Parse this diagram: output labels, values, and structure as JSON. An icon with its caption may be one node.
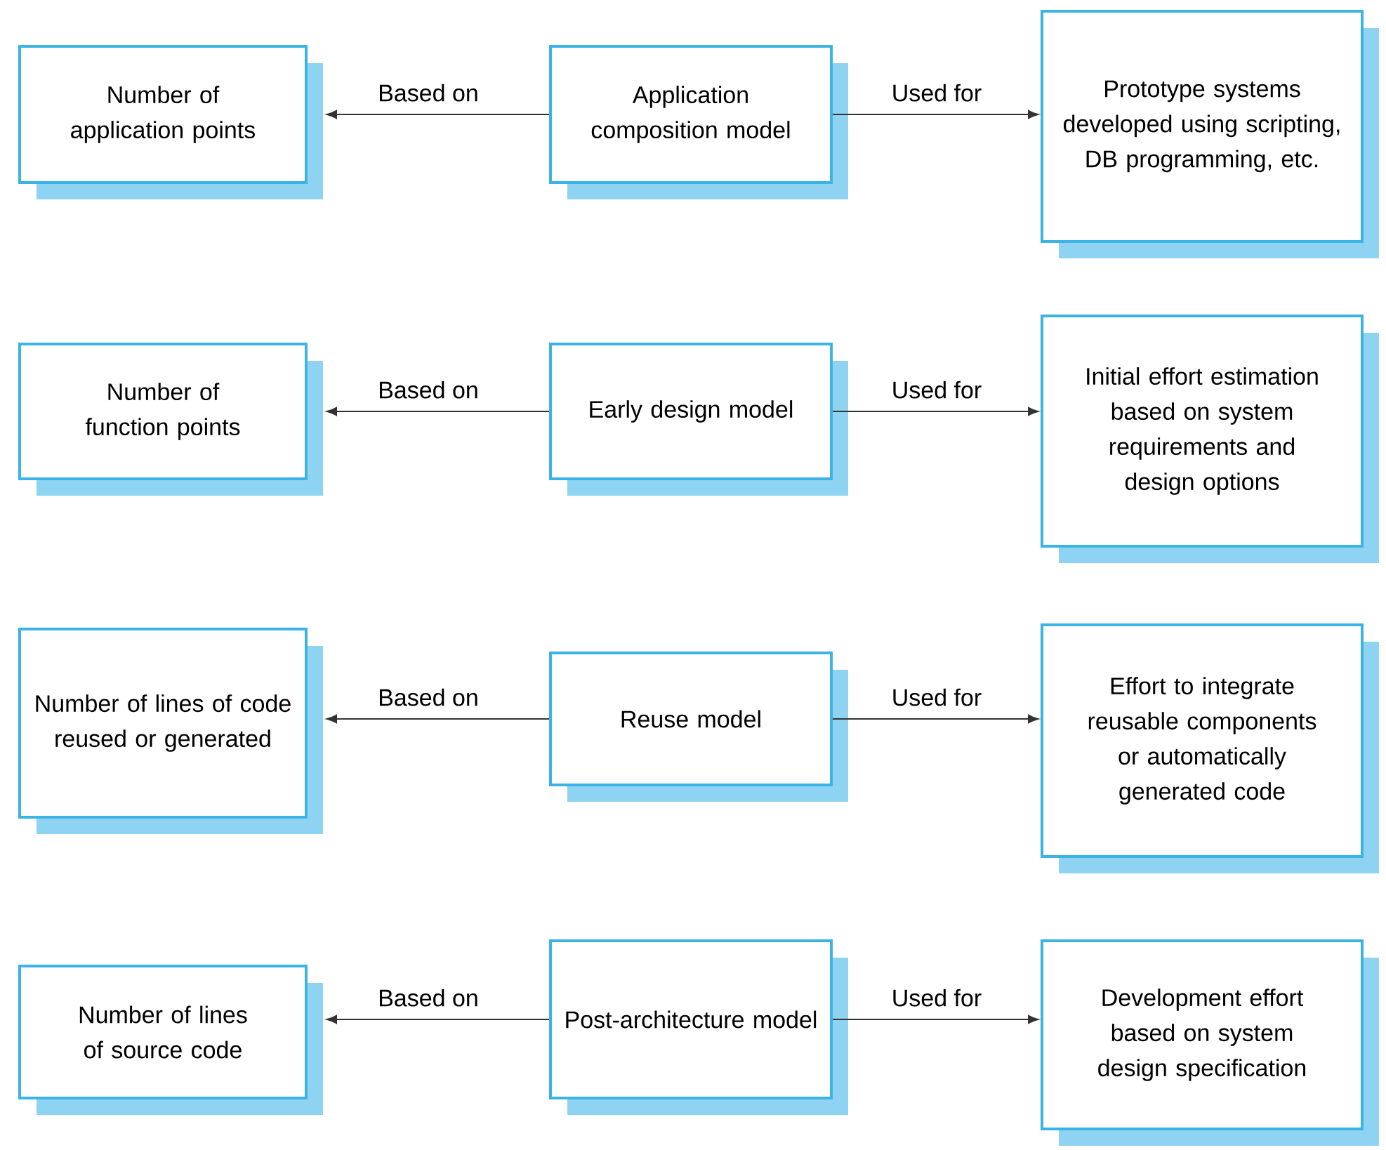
{
  "diagram": {
    "nodes": [
      {
        "text": [
          "Number of application points"
        ]
      },
      {
        "text": [
          "Application composition model"
        ]
      },
      {
        "text": [
          "Prototype systems developed using scripting, DB programming, etc."
        ]
      },
      {
        "text": [
          "Number of function points"
        ]
      },
      {
        "text": [
          "Early design model"
        ]
      },
      {
        "text": [
          "Initial effort estimation based on system requirements and design options"
        ]
      },
      {
        "text": [
          "Number of lines of code reused or generated"
        ]
      },
      {
        "text": [
          "Reuse model"
        ]
      },
      {
        "text": [
          "Effort to integrate reusable components or automatically generated code"
        ]
      },
      {
        "text": [
          "Number of lines of source code"
        ]
      },
      {
        "text": [
          "Post-architecture model"
        ]
      },
      {
        "text": [
          "Development effort based on system design specification"
        ]
      }
    ],
    "edges": [
      {
        "from": 1,
        "to": 0,
        "arrow": "to",
        "label": "Based on"
      },
      {
        "from": 1,
        "to": 2,
        "arrow": "to",
        "label": "Used for"
      },
      {
        "from": 4,
        "to": 3,
        "arrow": "to",
        "label": "Based on"
      },
      {
        "from": 4,
        "to": 5,
        "arrow": "to",
        "label": "Used for"
      },
      {
        "from": 7,
        "to": 6,
        "arrow": "to",
        "label": "Based on"
      },
      {
        "from": 7,
        "to": 8,
        "arrow": "to",
        "label": "Used for"
      },
      {
        "from": 10,
        "to": 9,
        "arrow": "to",
        "label": "Based on"
      },
      {
        "from": 10,
        "to": 11,
        "arrow": "to",
        "label": "Used for"
      }
    ]
  }
}
